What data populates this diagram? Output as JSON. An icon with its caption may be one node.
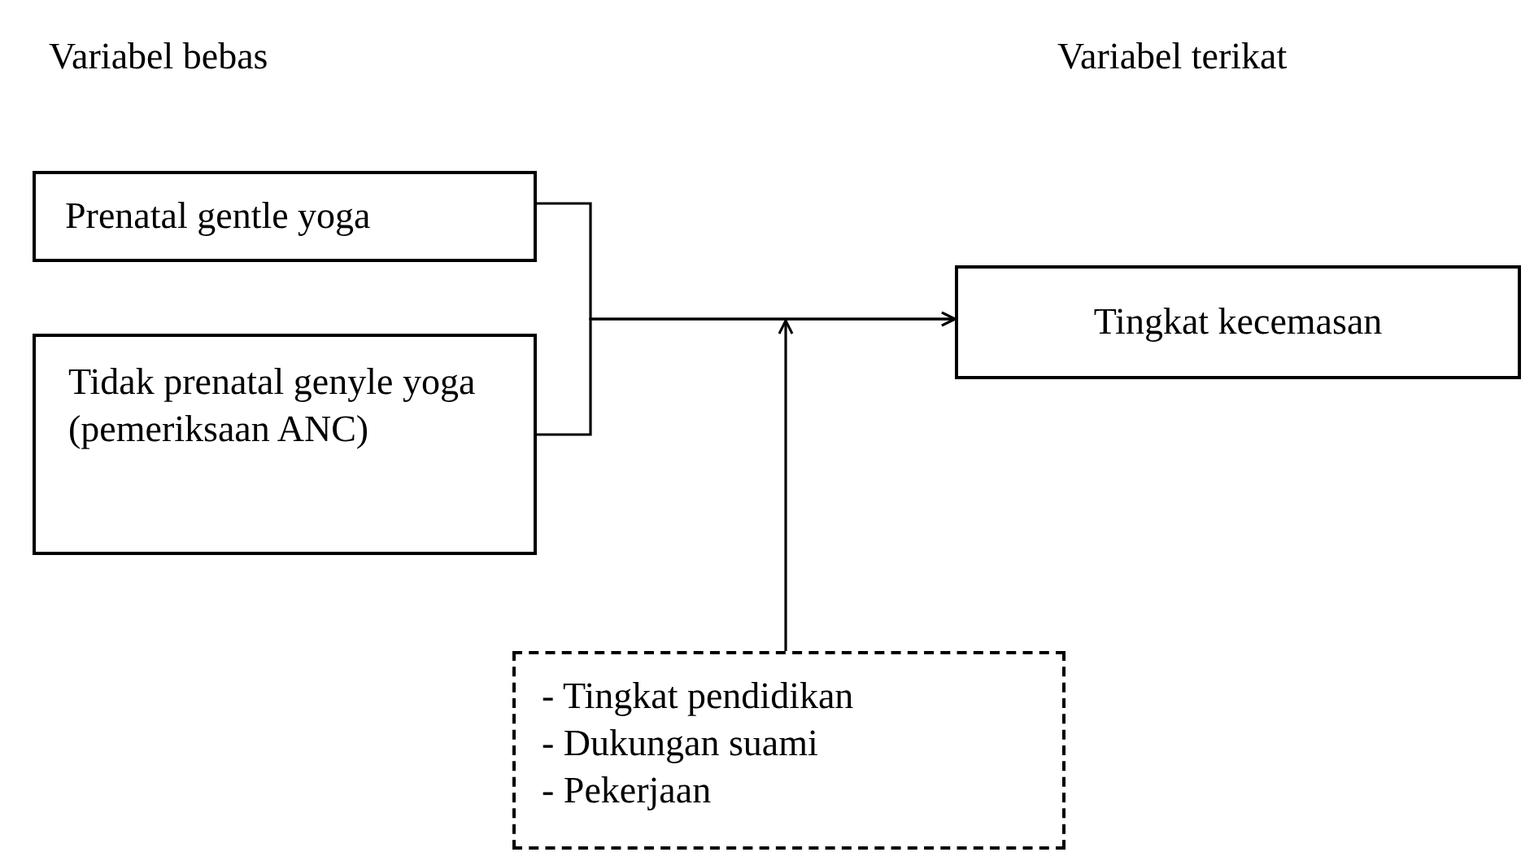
{
  "diagram": {
    "nodes": [
      {
        "text": [
          "Prenatal gentle yoga"
        ]
      },
      {
        "text": [
          "Tidak prenatal genyle yoga (pemeriksaan ANC)"
        ]
      },
      {
        "text": [
          "Tingkat kecemasan"
        ]
      },
      {
        "text": [
          "- Tingkat pendidikan",
          "- Dukungan suami",
          "- Pekerjaan"
        ]
      }
    ],
    "edges": [
      {
        "from": 0,
        "to": 2,
        "arrow": "to"
      },
      {
        "from": 1,
        "to": 2,
        "arrow": "to"
      },
      {
        "from": 3,
        "to": null,
        "arrow": "to"
      }
    ],
    "labels": [
      "Variabel bebas",
      "Variabel terikat"
    ]
  }
}
